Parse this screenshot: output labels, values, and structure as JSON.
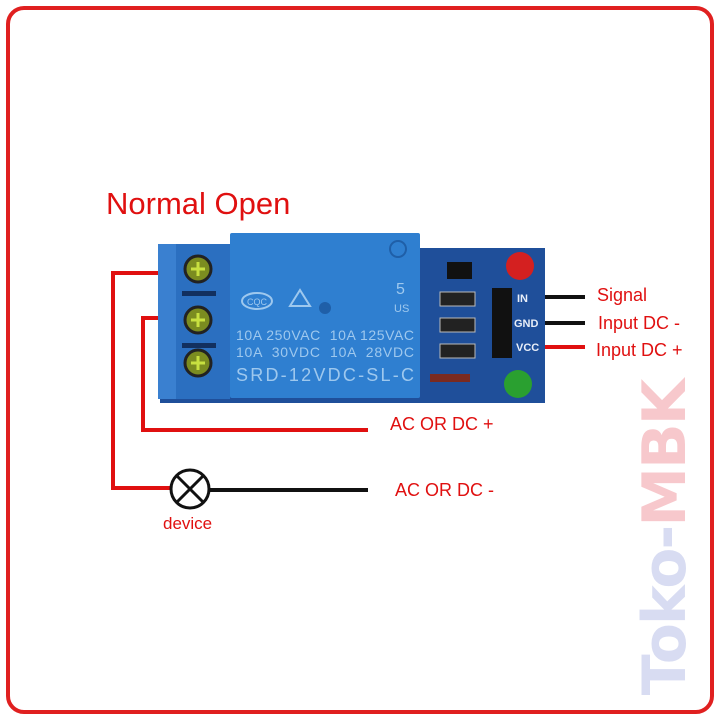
{
  "title": "Normal Open",
  "watermark": {
    "part1": "Toko-",
    "part2": "MBK"
  },
  "pins": {
    "signal": "Signal",
    "gnd": "Input DC -",
    "vcc": "Input DC +"
  },
  "pin_silk": {
    "in": "IN",
    "gnd": "GND",
    "vcc": "VCC"
  },
  "load": {
    "positive": "AC OR DC +",
    "negative": "AC OR DC -",
    "device": "device"
  },
  "relay": {
    "brand": "CQC",
    "number": "5",
    "ul": "US",
    "rating1": "10A 250VAC  10A 125VAC",
    "rating2": "10A  30VDC  10A  28VDC",
    "model": "SRD-12VDC-SL-C"
  },
  "colors": {
    "wire_red": "#e01010",
    "wire_black": "#111111",
    "pcb": "#1f4f9a",
    "relay": "#2f7fd0",
    "frame": "#e02020"
  }
}
